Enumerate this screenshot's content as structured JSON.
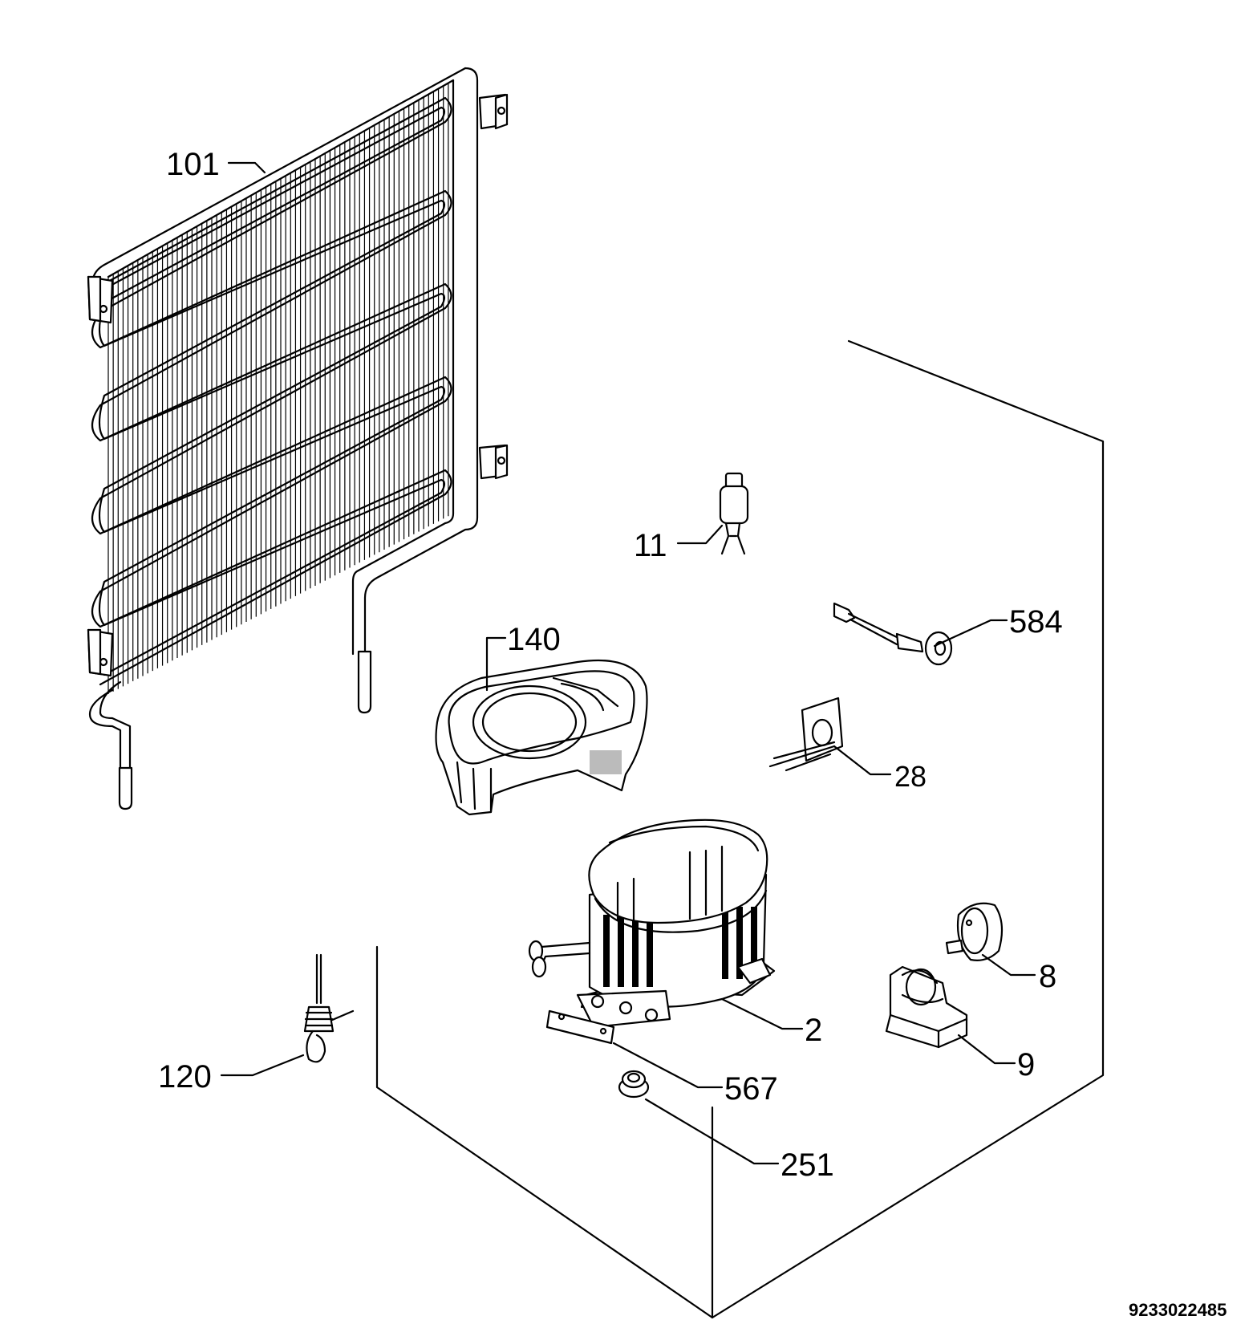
{
  "callouts": {
    "c101": "101",
    "c11": "11",
    "c584": "584",
    "c140": "140",
    "c28": "28",
    "c8": "8",
    "c2": "2",
    "c9": "9",
    "c120": "120",
    "c567": "567",
    "c251": "251"
  },
  "drawing_number": "9233022485"
}
